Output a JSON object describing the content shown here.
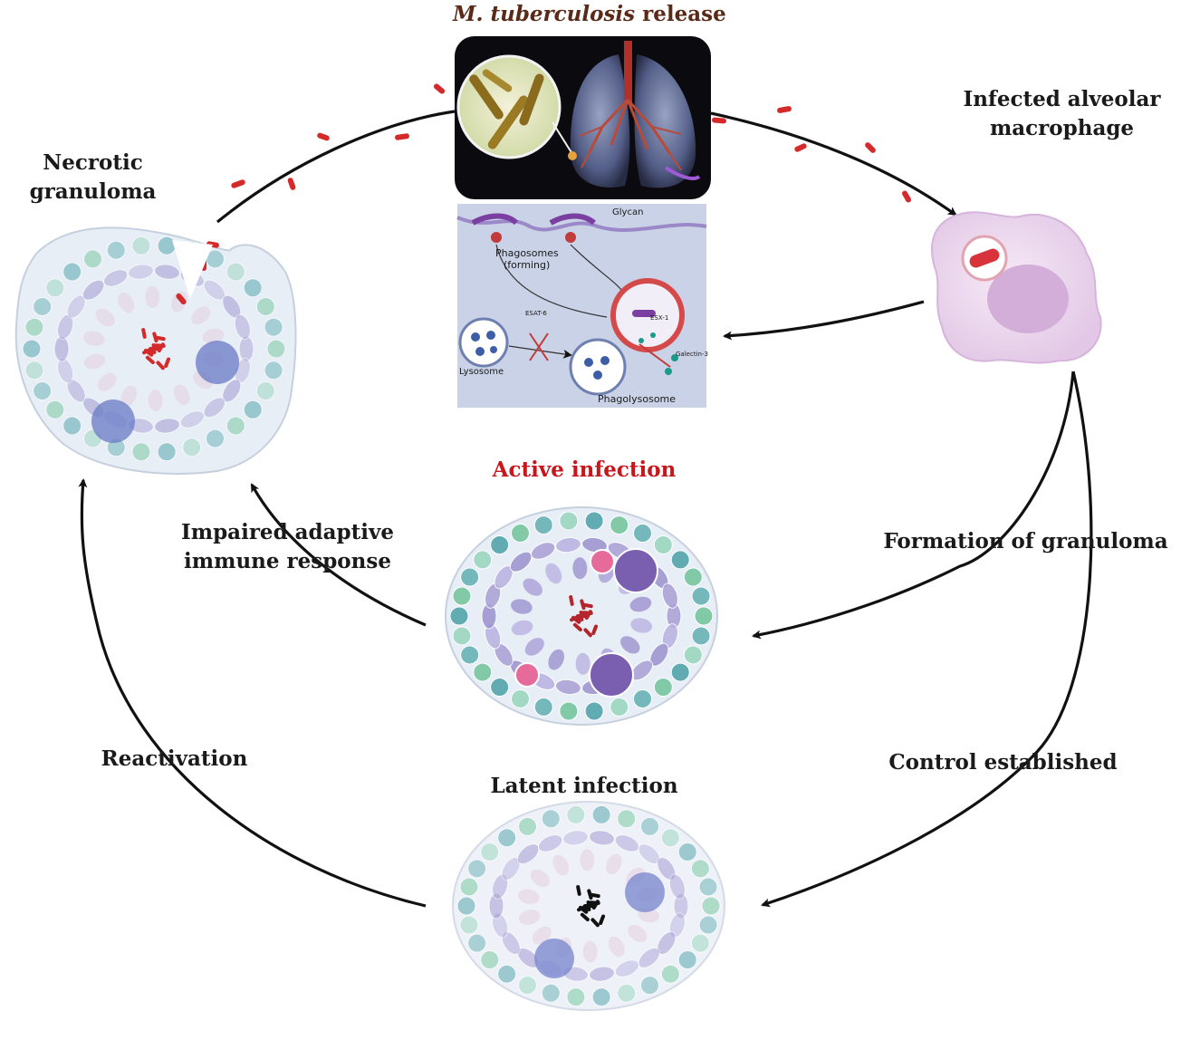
{
  "title": {
    "species": "M. tuberculosis",
    "rest": " release"
  },
  "stages": {
    "infected_macrophage": [
      "Infected alveolar",
      "macrophage"
    ],
    "necrotic_granuloma": [
      "Necrotic",
      "granuloma"
    ],
    "active_infection": "Active infection",
    "latent_infection": "Latent infection"
  },
  "transitions": {
    "formation": "Formation of granuloma",
    "control": "Control established",
    "reactivation": "Reactivation",
    "impaired": [
      "Impaired adaptive",
      "immune response"
    ]
  },
  "inset": {
    "glycan": "Glycan",
    "phagosomes": [
      "Phagosomes",
      "(forming)"
    ],
    "esat6": "ESAT-6",
    "esx1": "ESX-1",
    "lysosome": "Lysosome",
    "galectin": "Galectin-3",
    "phagolysosome": "Phagolysosome"
  },
  "colors": {
    "text": "#1a1a1a",
    "active_red": "#c8161d",
    "title_brown": "#5a2a18",
    "bacteria": "#d42a2a",
    "macrophage": "#ecd8ee",
    "granuloma_bg": "#e8eef6",
    "cell_purple": "#a9a0d6",
    "cell_green": "#7dc9a3",
    "cell_teal": "#6fb6b9",
    "inset_bg": "#c9d2e6"
  }
}
